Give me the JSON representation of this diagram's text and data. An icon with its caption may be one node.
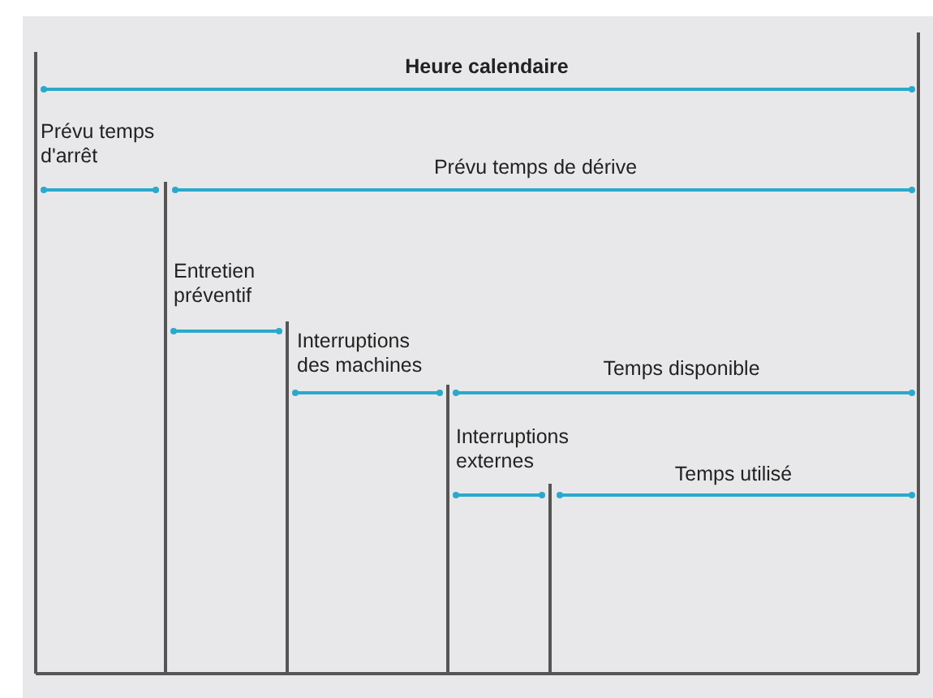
{
  "diagram": {
    "labels": [
      "Heure calendaire",
      "Prévu temps d'arrêt",
      "Prévu temps de dérive",
      "Entretien préventif",
      "Interruptions des machines",
      "Temps disponible",
      "Interruptions externes",
      "Temps utilisé"
    ]
  }
}
